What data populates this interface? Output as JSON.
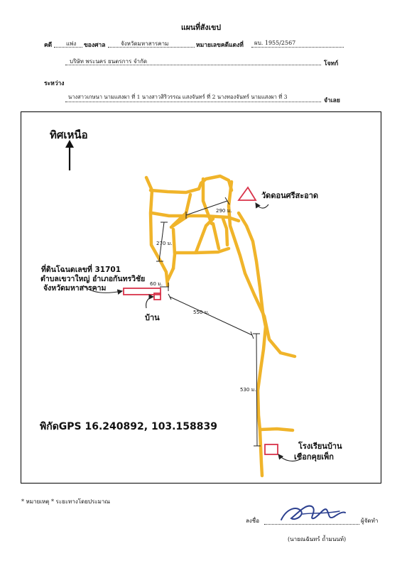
{
  "header": {
    "title": "แผนที่สังเขป",
    "case_label": "คดี",
    "case_type": "แพ่ง",
    "court_label": "ของศาล",
    "court_name": "จังหวัดมหาสารคาม",
    "black_no_label": "หมายเลขคดีแดงที่",
    "black_no": "ผบ. 1955/2567",
    "plaintiff": "บริษัท พระนคร ยนตรการ จำกัด",
    "plaintiff_label": "โจทก์",
    "between_label": "ระหว่าง",
    "defendants": "นางสาวเกษนา นามแสงผา ที่ 1 นางสาวสิริวรรณ แสงจันทร์ ที่ 2 นางทองจันทร์ นามแสงผา ที่ 3",
    "defendant_label": "จำเลย"
  },
  "map": {
    "north_label": "ทิศเหนือ",
    "temple_label": "วัดดอนศรีสะอาด",
    "land_label_line1": "ที่ดินโฉนดเลขที่ 31701",
    "land_label_line2": "ตำบลเขวาใหญ่ อำเภอกันทรวิชัย",
    "land_label_line3": "จังหวัดมหาสารคาม",
    "house_label": "บ้าน",
    "school_label_line1": "โรงเรียนบ้าน",
    "school_label_line2": "เชือกคุยเพ็ก",
    "gps_label": "พิกัดGPS 16.240892, 103.158839",
    "distances": {
      "d290": "290 ม.",
      "d270": "270 ม.",
      "d60": "60 ม.",
      "d550": "550 ม.",
      "d530": "530 ม."
    },
    "road_color": "#f0b42a",
    "marker_color": "#d9334a"
  },
  "footer": {
    "note": "* หมายเหตุ * ระยะทางโดยประมาณ",
    "sign_label": "ลงชื่อ",
    "signer_role": "ผู้จัดทำ",
    "signer_name": "(นายณฉันทร์ ถ้ำมนนท์)"
  }
}
